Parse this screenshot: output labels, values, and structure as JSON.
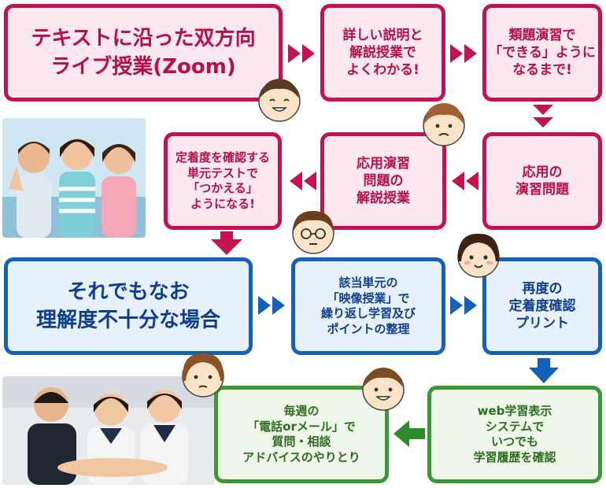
{
  "flow": {
    "row1": {
      "zoom_class": "テキストに沿った双方向\nライブ授業(Zoom)",
      "explain": "詳しい説明と\n解説授業で\nよくわかる!",
      "practice": "類題演習で\n「できる」ように\nなるまで!"
    },
    "row2": {
      "unit_test": "定着度を確認する\n単元テストで\n「つかえる」\nようになる!",
      "applied_class": "応用演習\n問題の\n解説授業",
      "applied_problems": "応用の\n演習問題"
    },
    "row3": {
      "still_unclear": "それでもなお\n理解度不十分な場合",
      "video_class": "該当単元の\n「映像授業」で\n繰り返し学習及び\nポイントの整理",
      "recheck_print": "再度の\n定着度確認\nプリント"
    },
    "row4": {
      "weekly_support": "毎週の\n「電話orメール」で\n質問・相談\nアドバイスのやりとり",
      "web_history": "web学習表示\nシステムで\nいつでも\n学習履歴を確認"
    }
  },
  "colors": {
    "pink": "#c4124f",
    "blue": "#1560b8",
    "green": "#3a9a2f"
  }
}
